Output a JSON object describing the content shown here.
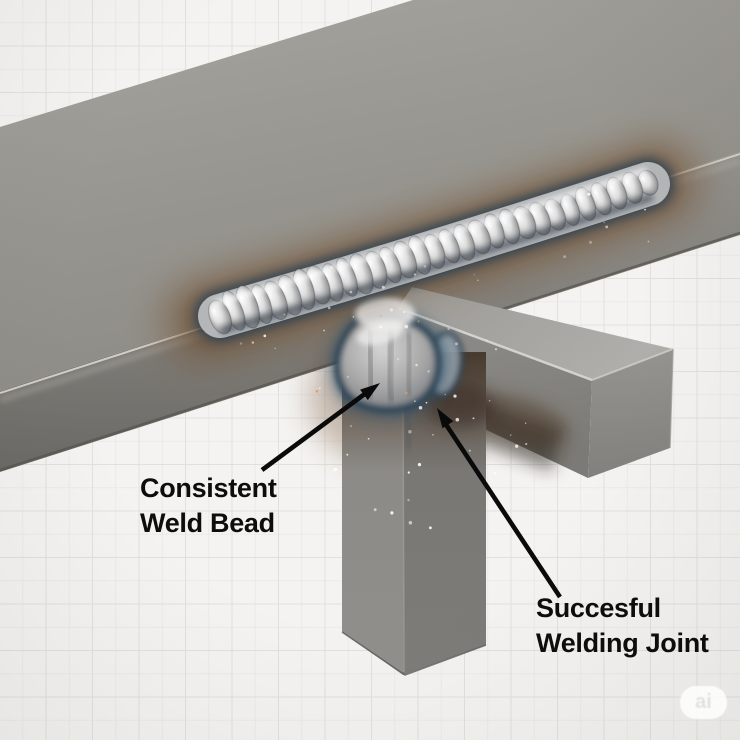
{
  "annotations": {
    "weld_bead": {
      "line1": "Consistent",
      "line2": "Weld Bead"
    },
    "welding_joint": {
      "line1": "Succesful",
      "line2": "Welding Joint"
    }
  },
  "watermark": {
    "text": "ai"
  },
  "colors": {
    "background": "#f4f3f1",
    "grid": "#e2e0dd",
    "label_text": "#0d0d0d",
    "arrow": "#0a0a0a",
    "steel_light": "#a2a09b",
    "steel_mid": "#8f8d88",
    "steel_dark": "#6e6c68",
    "weld_silver": "#d9d9d9",
    "weld_blue_rim": "#2c4356",
    "heat_brown": "#6e4a28",
    "spark_white": "#ffffff"
  }
}
